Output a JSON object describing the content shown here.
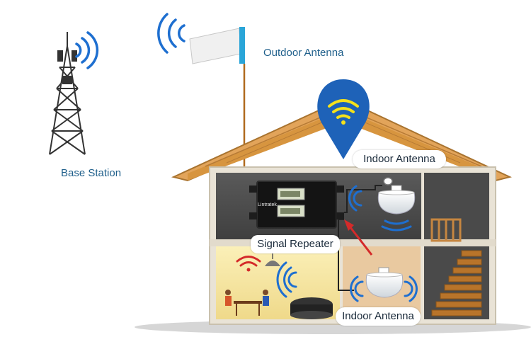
{
  "labels": {
    "base_station": "Base Station",
    "outdoor_antenna": "Outdoor Antenna",
    "indoor_antenna_top": "Indoor Antenna",
    "indoor_antenna_bottom": "Indoor Antenna",
    "signal_repeater": "Signal Repeater",
    "repeater_brand": "Lintratek"
  },
  "colors": {
    "signal_blue": "#1e6fd0",
    "roof_orange": "#c98a3a",
    "wall_dark": "#4c4c4c",
    "room_yellow": "#f6e7a2",
    "cable_orange": "#b06a1e",
    "wifi_red": "#d42a2a"
  },
  "icons": [
    "cell-tower-icon",
    "wifi-pin-icon",
    "ceiling-antenna-icon",
    "panel-antenna-icon",
    "repeater-device-icon",
    "arrow-icon"
  ]
}
